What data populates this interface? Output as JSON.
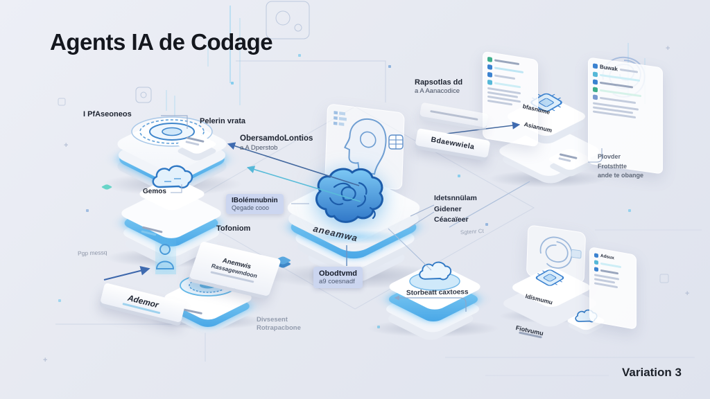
{
  "title": "Agents IA de Codage",
  "footer": {
    "variation": "Variation 3"
  },
  "colors": {
    "background": "#e7eaf2",
    "accent_blue": "#3b82d0",
    "glow_cyan": "#6cc4f0",
    "ink": "#161b26",
    "muted": "#6b7488",
    "badge_bg": "#ccd8f0"
  },
  "icons": {
    "brain-icon": "glowing blue brain (svg blob)",
    "cloud-icon": "outlined cloud (svg path)",
    "gauge-icon": "concentric ring disc (svg ellipses)",
    "chip-icon": "processor chip (iso square)",
    "target-disc-icon": "concentric disc (svg ellipses)",
    "hologram-person-icon": "holographic figure (svg)",
    "spiral-brain-outline-icon": "faint spiral outline (svg)",
    "head-panel-icon": "head profile blueprint (svg)",
    "table-icon": "small grid table (svg)"
  },
  "nodes": {
    "left_label": "I PfAseoneos",
    "pelerin": "Pelerin vrata",
    "gemos": "Gemos",
    "obersamdo_title": "ObersamdoLontios",
    "obersamdo_sub": "a A Dperstob",
    "badge_left_line1": "IBolémnubnin",
    "badge_left_line2": "Qegade cooo",
    "tofoniom": "Tofoniom",
    "center_platform": "aneamwa",
    "badge_center_line1": "Obodtvmd",
    "badge_center_line2": "a9 coesnadf",
    "repsotlas_title": "Rapsotlas dd",
    "repsotlas_sub": "a A Aanacodice",
    "bdaewwiela": "Bdaewwiela",
    "idets_line1": "Idetsnnülam",
    "idets_line2": "Gidener",
    "idets_line3": "Céacaïeer",
    "idets_small": "Sgtenr Ct",
    "bfasnume": "bfasnume",
    "asiannum": "Asiannum",
    "buwak": "Buwak",
    "plover_line1": "Plovder",
    "plover_line2": "Frotsthtte",
    "plover_line3": "ande te obange",
    "pgp": "Pgp messq",
    "ademor": "Ademor",
    "sign_line1": "Anemwis",
    "sign_line2": "Rassagewndoon",
    "div_line1": "Divsesent",
    "div_line2": "Rotrapacbone",
    "storbeat": "Storbeatt caxtoess",
    "idismumu": "Idismumu",
    "adsux": "Adsux",
    "fiotvumu": "Fiotvumu"
  }
}
